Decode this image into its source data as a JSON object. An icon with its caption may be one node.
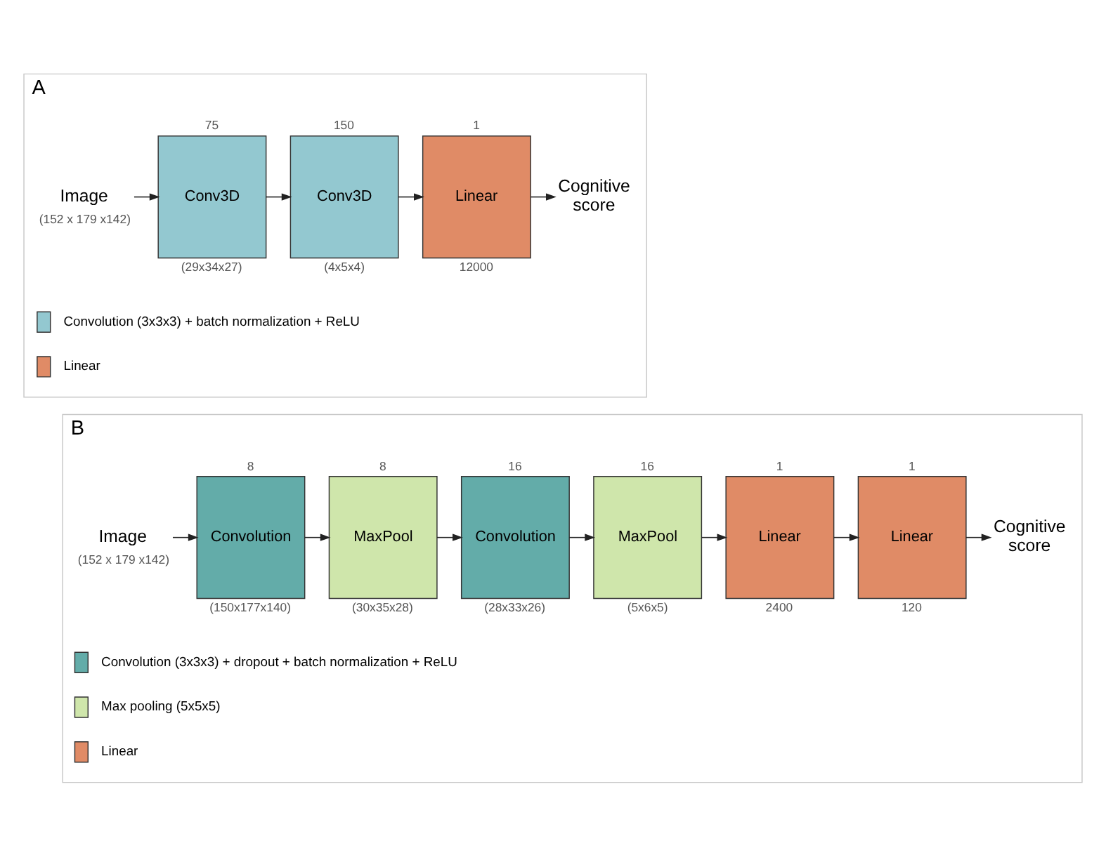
{
  "diagram": {
    "nodes": [
      {
        "text": [
          "A"
        ]
      },
      {
        "text": [
          "Image",
          "(152 x 179 x142)"
        ],
        "in": 0
      },
      {
        "text": [
          "Conv3D"
        ],
        "beside": [
          "75",
          "(29x34x27)"
        ],
        "in": 0
      },
      {
        "text": [
          "Conv3D"
        ],
        "beside": [
          "150",
          "(4x5x4)"
        ],
        "in": 0
      },
      {
        "text": [
          "Linear"
        ],
        "beside": [
          "1",
          "12000"
        ],
        "in": 0
      },
      {
        "text": [
          "Cognitive score"
        ],
        "in": 0
      },
      {
        "text": [
          "B"
        ]
      },
      {
        "text": [
          "Image",
          "(152 x 179 x142)"
        ],
        "in": 6
      },
      {
        "text": [
          "Convolution"
        ],
        "beside": [
          "8",
          "(150x177x140)"
        ],
        "in": 6
      },
      {
        "text": [
          "MaxPool"
        ],
        "beside": [
          "8",
          "(30x35x28)"
        ],
        "in": 6
      },
      {
        "text": [
          "Convolution"
        ],
        "beside": [
          "16",
          "(28x33x26)"
        ],
        "in": 6
      },
      {
        "text": [
          "MaxPool"
        ],
        "beside": [
          "16",
          "(5x6x5)"
        ],
        "in": 6
      },
      {
        "text": [
          "Linear"
        ],
        "beside": [
          "1",
          "2400"
        ],
        "in": 6
      },
      {
        "text": [
          "Linear"
        ],
        "beside": [
          "1",
          "120"
        ],
        "in": 6
      },
      {
        "text": [
          "Cognitive score"
        ],
        "in": 6
      }
    ],
    "edges": [
      {
        "from": 1,
        "to": 2,
        "arrow": "to"
      },
      {
        "from": 2,
        "to": 3,
        "arrow": "to"
      },
      {
        "from": 3,
        "to": 4,
        "arrow": "to"
      },
      {
        "from": 4,
        "to": 5,
        "arrow": "to"
      },
      {
        "from": 7,
        "to": 8,
        "arrow": "to"
      },
      {
        "from": 8,
        "to": 9,
        "arrow": "to"
      },
      {
        "from": 9,
        "to": 10,
        "arrow": "to"
      },
      {
        "from": 10,
        "to": 11,
        "arrow": "to"
      },
      {
        "from": 11,
        "to": 12,
        "arrow": "to"
      },
      {
        "from": 12,
        "to": 13,
        "arrow": "to"
      },
      {
        "from": 13,
        "to": 14,
        "arrow": "to"
      }
    ],
    "legend": [
      {
        "text": "Convolution (3x3x3) + batch normalization + ReLU",
        "color": "#93c8d0"
      },
      {
        "text": "Linear",
        "color": "#e08b66"
      },
      {
        "text": "Convolution (3x3x3) + dropout + batch normalization + ReLU",
        "color": "#63aca9"
      },
      {
        "text": "Max pooling (5x5x5)",
        "color": "#cfe6ab"
      },
      {
        "text": "Linear",
        "color": "#e08b66"
      }
    ]
  }
}
